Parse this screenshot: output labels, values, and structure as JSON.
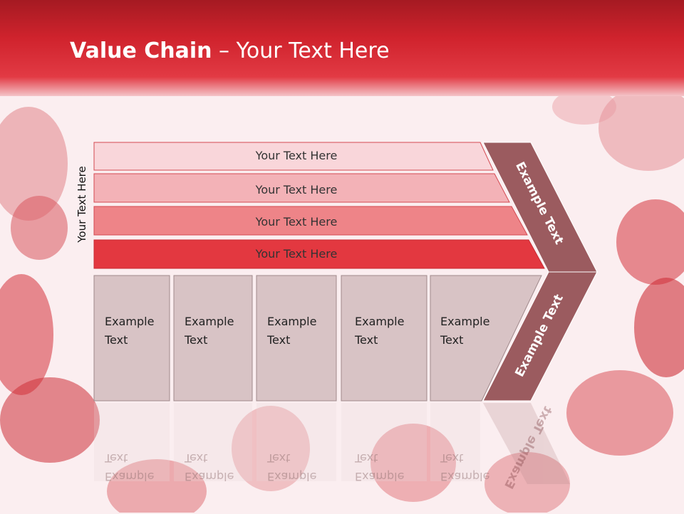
{
  "slide": {
    "title_bold": "Value Chain",
    "title_rest": " – Your Text Here",
    "side_label": "Your Text Here",
    "rows": [
      {
        "label": "Your Text Here"
      },
      {
        "label": "Your Text Here"
      },
      {
        "label": "Your Text Here"
      },
      {
        "label": "Your Text Here"
      }
    ],
    "boxes": [
      {
        "line1": "Example",
        "line2": "Text"
      },
      {
        "line1": "Example",
        "line2": "Text"
      },
      {
        "line1": "Example",
        "line2": "Text"
      },
      {
        "line1": "Example",
        "line2": "Text"
      },
      {
        "line1": "Example",
        "line2": "Text"
      }
    ],
    "chevron_top": "Example Text",
    "chevron_bottom": "Example Text"
  },
  "colors": {
    "header": "#d0232d",
    "row1": "#f9d6da",
    "row2": "#f3b2b7",
    "row3": "#ee8488",
    "row4": "#e33840",
    "box": "#d8c3c5",
    "chevron": "#9b5b5f"
  }
}
